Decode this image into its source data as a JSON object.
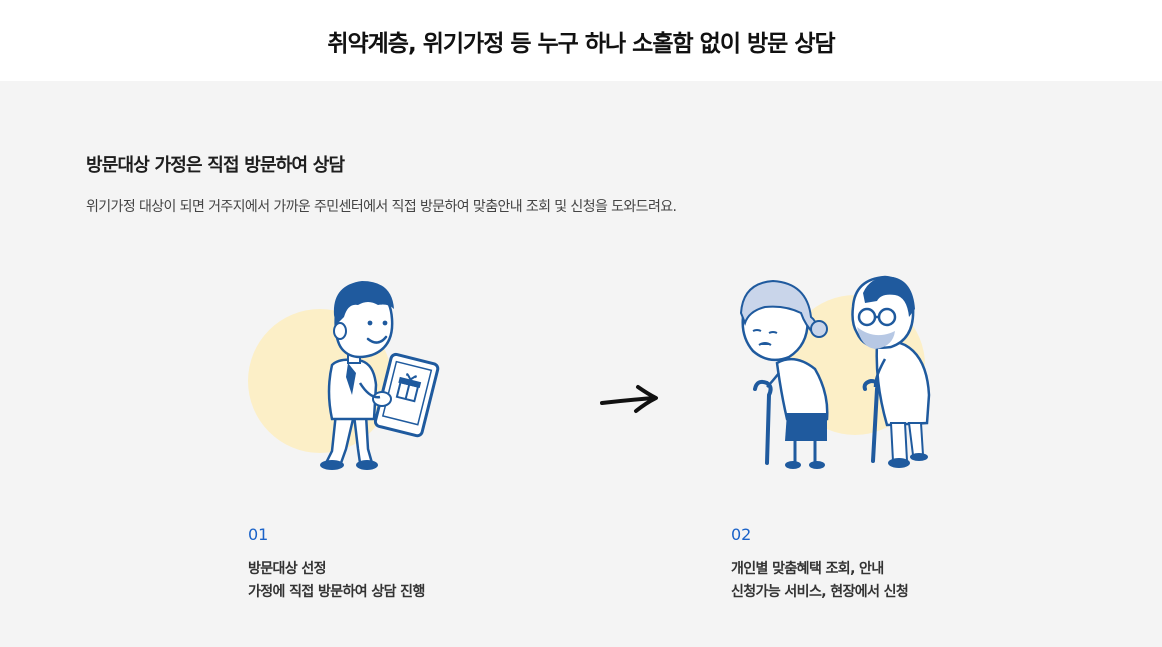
{
  "header": {
    "title": "취약계층, 위기가정 등 누구 하나 소홀함 없이 방문 상담"
  },
  "section": {
    "title": "방문대상 가정은 직접 방문하여 상담",
    "description": "위기가정 대상이 되면 거주지에서 가까운 주민센터에서 직접 방문하여 맞춤안내 조회 및 신청을 도와드려요."
  },
  "steps": [
    {
      "number": "01",
      "line1": "방문대상 선정",
      "line2": "가정에 직접 방문하여 상담 진행",
      "icon": "visitor-with-tablet-illustration"
    },
    {
      "number": "02",
      "line1": "개인별 맞춤혜택 조회, 안내",
      "line2": "신청가능 서비스, 현장에서 신청",
      "icon": "elderly-couple-illustration"
    }
  ],
  "colors": {
    "accent": "#1a62c8",
    "navy": "#1f5a9e",
    "highlight_circle": "#fcefc7",
    "background": "#f4f4f4"
  }
}
